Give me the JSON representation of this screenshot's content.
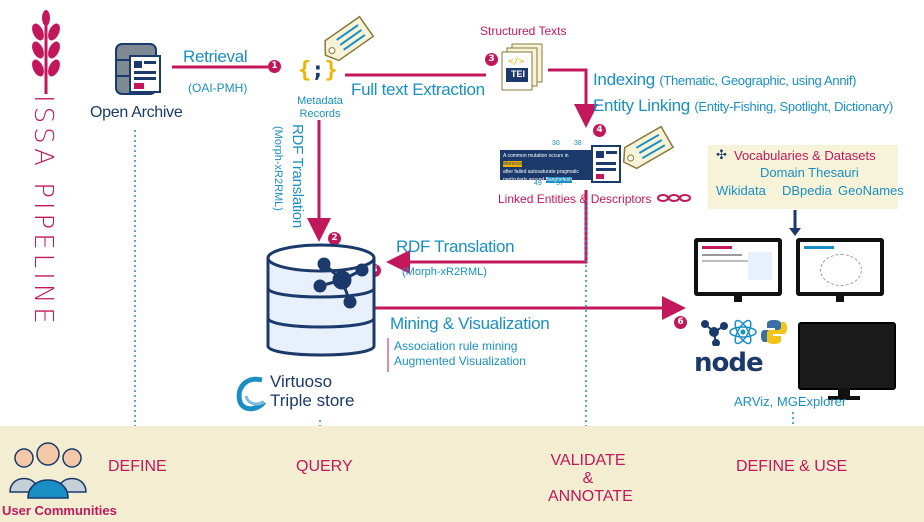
{
  "title": "ISSA PIPELINE",
  "nodes": {
    "open_archive": "Open Archive",
    "metadata_records_1": "Metadata",
    "metadata_records_2": "Records",
    "structured_texts": "Structured Texts",
    "tei": "TEI",
    "linked_entities": "Linked Entities & Descriptors",
    "vocab_title": "Vocabularies & Datasets",
    "vocab_domain": "Domain Thesauri",
    "vocab_wikidata": "Wikidata",
    "vocab_dbpedia": "DBpedia",
    "vocab_geonames": "GeoNames",
    "virtuoso_1": "Virtuoso",
    "virtuoso_2": "Triple store",
    "arviz": "ARViz, MGExplorer",
    "node_logo": "node",
    "annot_text_1": "A common mutation occurs in",
    "annot_text_1b": "Morocco",
    "annot_text_2": "after failed autosaturate pragmatic",
    "annot_text_3": "particularly around",
    "annot_text_3b": "Bangladesh",
    "annot_nums": [
      "30",
      "38",
      "49",
      "57"
    ]
  },
  "edges": {
    "retrieval": "Retrieval",
    "oai_pmh": "(OAI-PMH)",
    "full_text": "Full text Extraction",
    "indexing": "Indexing",
    "indexing_detail": "(Thematic, Geographic, using Annif)",
    "entity_linking": "Entity Linking",
    "entity_linking_detail": "(Entity-Fishing, Spotlight, Dictionary)",
    "rdf_translation_v": "RDF Translation",
    "morph_v": "(Morph-xR2RML)",
    "rdf_translation": "RDF Translation",
    "morph": "(Morph-xR2RML)",
    "mining": "Mining & Visualization",
    "assoc": "Association rule mining",
    "augmented": "Augmented Visualization"
  },
  "steps": [
    "1",
    "2",
    "3",
    "4",
    "5",
    "6"
  ],
  "phases": {
    "define": "DEFINE",
    "query": "QUERY",
    "validate_1": "VALIDATE &",
    "validate_2": "ANNOTATE",
    "define_use": "DEFINE & USE"
  },
  "user_communities": "User Communities",
  "colors": {
    "accent": "#c2185b",
    "blue": "#1a8fc4",
    "navy": "#1b3a6b",
    "band": "#f3eed2",
    "gold": "#f0b400"
  }
}
